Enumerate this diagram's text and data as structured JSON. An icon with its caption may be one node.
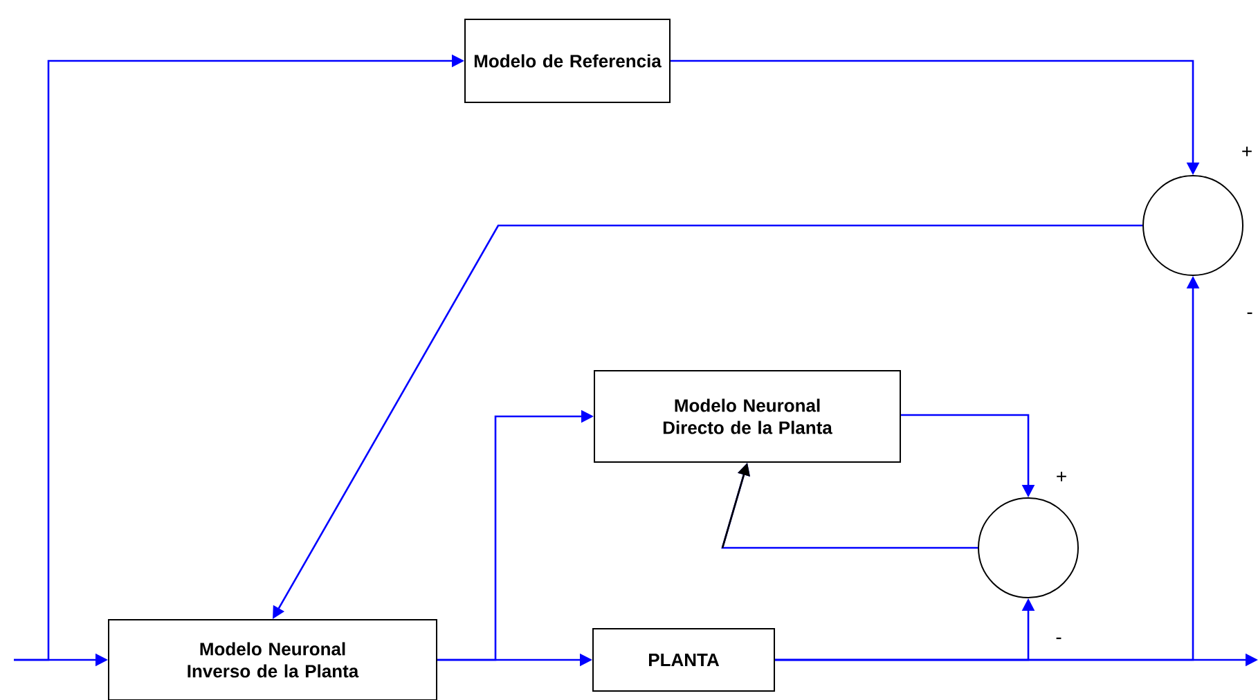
{
  "diagram": {
    "nodes": [
      {
        "text": [
          "Modelo de Referencia"
        ]
      },
      {
        "text": [],
        "shape": "circle",
        "beside": [
          "+",
          "-"
        ]
      },
      {
        "text": [
          "Modelo Neuronal Directo de la Planta"
        ]
      },
      {
        "text": [],
        "shape": "circle",
        "beside": [
          "+",
          "-"
        ]
      },
      {
        "text": [
          "Modelo Neuronal Inverso de la Planta"
        ]
      },
      {
        "text": [
          "PLANTA"
        ]
      }
    ],
    "edges": [
      {
        "from": null,
        "to": 4,
        "arrow": "to"
      },
      {
        "from": null,
        "to": 0,
        "arrow": "to"
      },
      {
        "from": 0,
        "to": 1,
        "arrow": "to"
      },
      {
        "from": 1,
        "to": 4,
        "arrow": "to"
      },
      {
        "from": 4,
        "to": 5,
        "arrow": "to"
      },
      {
        "from": 4,
        "to": 2,
        "arrow": "to"
      },
      {
        "from": 2,
        "to": 3,
        "arrow": "to"
      },
      {
        "from": 3,
        "to": 2,
        "arrow": "to"
      },
      {
        "from": 5,
        "to": null,
        "arrow": "to"
      },
      {
        "from": 5,
        "to": 3,
        "arrow": "to"
      },
      {
        "from": 5,
        "to": 1,
        "arrow": "to"
      }
    ]
  }
}
